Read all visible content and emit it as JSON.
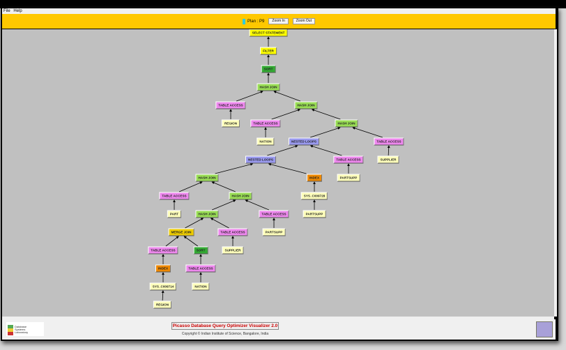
{
  "menu": [
    "File",
    "Help"
  ],
  "toolbar": {
    "plan_label": "Plan : P9",
    "zoom_in": "Zoom In",
    "zoom_out": "Zoom Out",
    "plan_color": "#33ccdd"
  },
  "colors": {
    "operator_select": "#ffff00",
    "sort": "#33aa33",
    "join": "#99dd55",
    "table_access": "#ee88ee",
    "relation": "#ffffbb",
    "nested_loops": "#9999ee",
    "index": "#ee8800",
    "merge_join": "#eecc00"
  },
  "plan_tree": [
    {
      "label": "SELECT STATEMENT",
      "kind": "operator_select",
      "parent": null
    },
    {
      "label": "FILTER",
      "kind": "operator_select",
      "parent": 0
    },
    {
      "label": "SORT",
      "kind": "sort",
      "parent": 1
    },
    {
      "label": "HASH JOIN",
      "kind": "join",
      "parent": 2
    },
    {
      "label": "TABLE ACCESS",
      "kind": "table_access",
      "parent": 3
    },
    {
      "label": "REGION",
      "kind": "relation",
      "parent": 4
    },
    {
      "label": "HASH JOIN",
      "kind": "join",
      "parent": 3
    },
    {
      "label": "TABLE ACCESS",
      "kind": "table_access",
      "parent": 6
    },
    {
      "label": "NATION",
      "kind": "relation",
      "parent": 7
    },
    {
      "label": "HASH JOIN",
      "kind": "join",
      "parent": 6
    },
    {
      "label": "NESTED LOOPS",
      "kind": "nested_loops",
      "parent": 9
    },
    {
      "label": "TABLE ACCESS",
      "kind": "table_access",
      "parent": 9
    },
    {
      "label": "SUPPLIER",
      "kind": "relation",
      "parent": 11
    },
    {
      "label": "NESTED LOOPS",
      "kind": "nested_loops",
      "parent": 10
    },
    {
      "label": "TABLE ACCESS",
      "kind": "table_access",
      "parent": 10
    },
    {
      "label": "PARTSUPP",
      "kind": "relation",
      "parent": 14
    },
    {
      "label": "HASH JOIN",
      "kind": "join",
      "parent": 13
    },
    {
      "label": "INDEX",
      "kind": "index",
      "parent": 13
    },
    {
      "label": "SYS_C009728",
      "kind": "relation",
      "parent": 17
    },
    {
      "label": "PARTSUPP",
      "kind": "relation",
      "parent": 18
    },
    {
      "label": "TABLE ACCESS",
      "kind": "table_access",
      "parent": 16
    },
    {
      "label": "PART",
      "kind": "relation",
      "parent": 20
    },
    {
      "label": "HASH JOIN",
      "kind": "join",
      "parent": 16
    },
    {
      "label": "TABLE ACCESS",
      "kind": "table_access",
      "parent": 22
    },
    {
      "label": "PARTSUPP",
      "kind": "relation",
      "parent": 23
    },
    {
      "label": "HASH JOIN",
      "kind": "join",
      "parent": 22
    },
    {
      "label": "MERGE JOIN",
      "kind": "merge_join",
      "parent": 25
    },
    {
      "label": "TABLE ACCESS",
      "kind": "table_access",
      "parent": 25
    },
    {
      "label": "SUPPLIER",
      "kind": "relation",
      "parent": 27
    },
    {
      "label": "TABLE ACCESS",
      "kind": "table_access",
      "parent": 26
    },
    {
      "label": "SORT",
      "kind": "sort",
      "parent": 26
    },
    {
      "label": "INDEX",
      "kind": "index",
      "parent": 29
    },
    {
      "label": "TABLE ACCESS",
      "kind": "table_access",
      "parent": 30
    },
    {
      "label": "SYS_C009714",
      "kind": "relation",
      "parent": 31
    },
    {
      "label": "NATION",
      "kind": "relation",
      "parent": 32
    },
    {
      "label": "REGION",
      "kind": "relation",
      "parent": 33
    }
  ],
  "footer": {
    "title": "Picasso Database Query Optimizer Visualizer 2.0",
    "copyright": "Copyright © Indian Institute of Science, Bangalore, India",
    "logo_text": "Database Systems Laboratory"
  }
}
